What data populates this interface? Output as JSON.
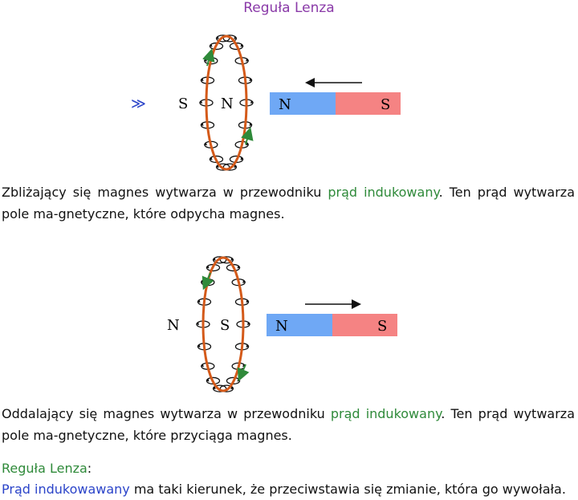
{
  "title": "Reguła Lenza",
  "diagram1": {
    "nav_symbol": "≫",
    "coil_left_pole": "S",
    "coil_right_pole": "N",
    "magnet_left_pole": "N",
    "magnet_right_pole": "S",
    "colors": {
      "magnet_n": "#6fa8f5",
      "magnet_s": "#f58383",
      "coil": "#d45a1a",
      "arrow_current": "#2f8a3a"
    }
  },
  "text1": {
    "before": "Zbliżający się magnes wytwarza w przewodniku ",
    "highlight": "prąd indukowany",
    "after": ". Ten prąd wytwarza pole ma-gnetyczne, które odpycha magnes."
  },
  "diagram2": {
    "coil_left_pole": "N",
    "coil_right_pole": "S",
    "magnet_left_pole": "N",
    "magnet_right_pole": "S"
  },
  "text2": {
    "before": "Oddalający się magnes wytwarza w przewodniku ",
    "highlight": "prąd indukowany",
    "after": ". Ten prąd wytwarza pole ma-gnetyczne, które przyciąga magnes."
  },
  "rule": {
    "heading": "Reguła Lenza",
    "colon": ":",
    "highlight": "Prąd indukowawany",
    "body": " ma taki kierunek, że przeciwstawia się zmianie, która go wywołała."
  }
}
